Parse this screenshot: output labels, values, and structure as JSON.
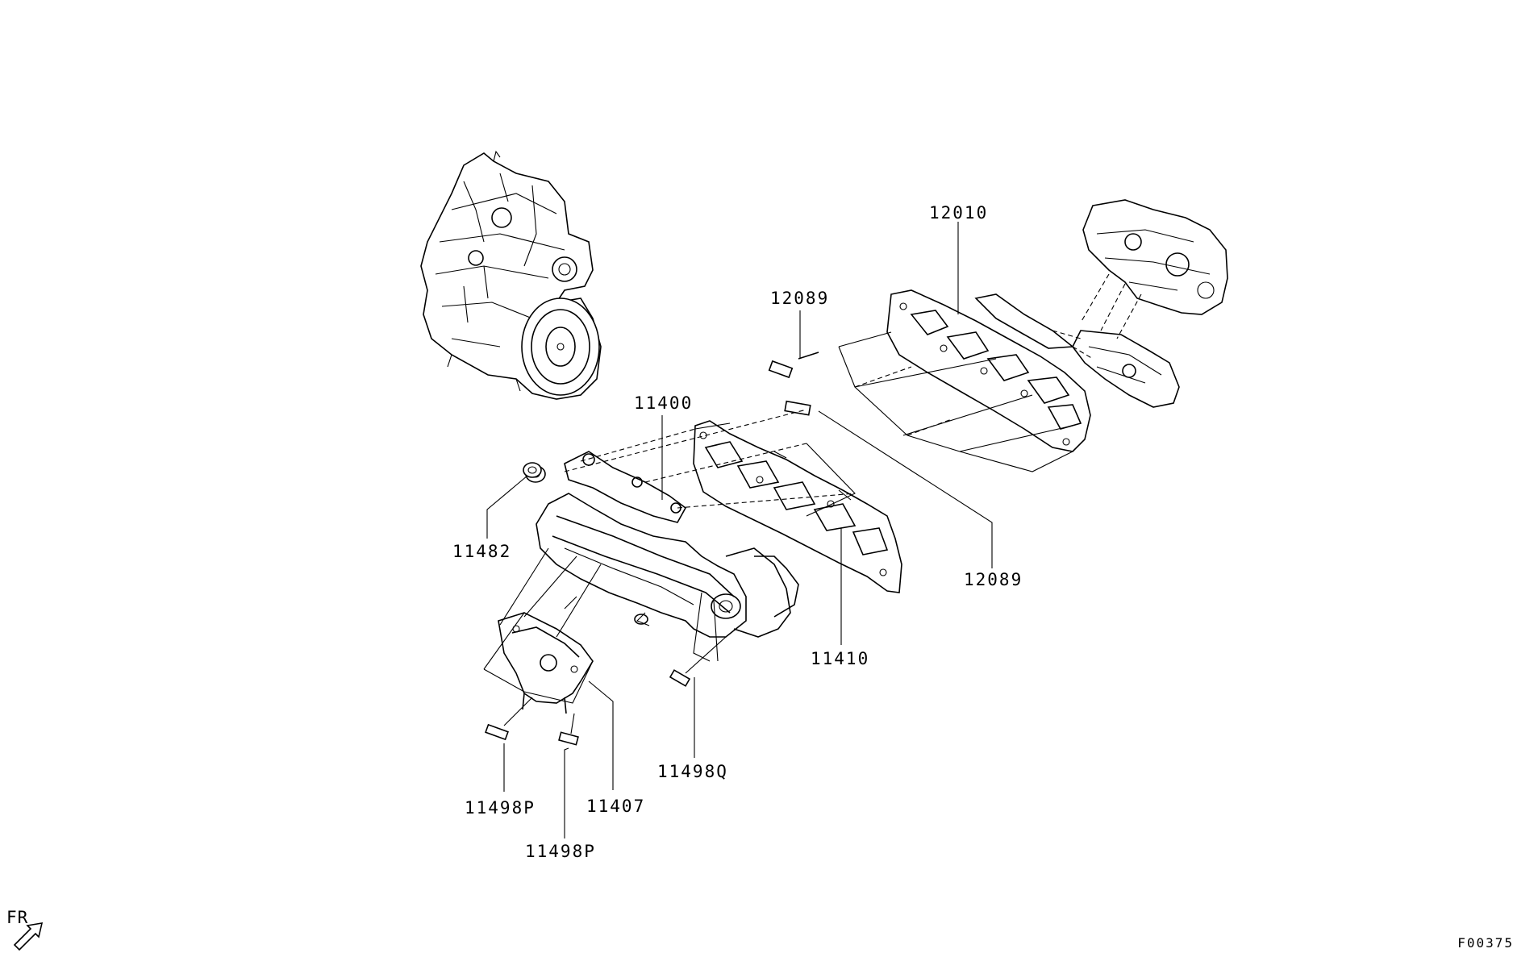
{
  "labels": {
    "p12010": "12010",
    "p12089_top": "12089",
    "p11400": "11400",
    "p11482": "11482",
    "p12089_right": "12089",
    "p11410": "11410",
    "p11498q": "11498Q",
    "p11498p_a": "11498P",
    "p11407": "11407",
    "p11498p_b": "11498P"
  },
  "front_indicator": "FR",
  "figure_code": "F00375"
}
